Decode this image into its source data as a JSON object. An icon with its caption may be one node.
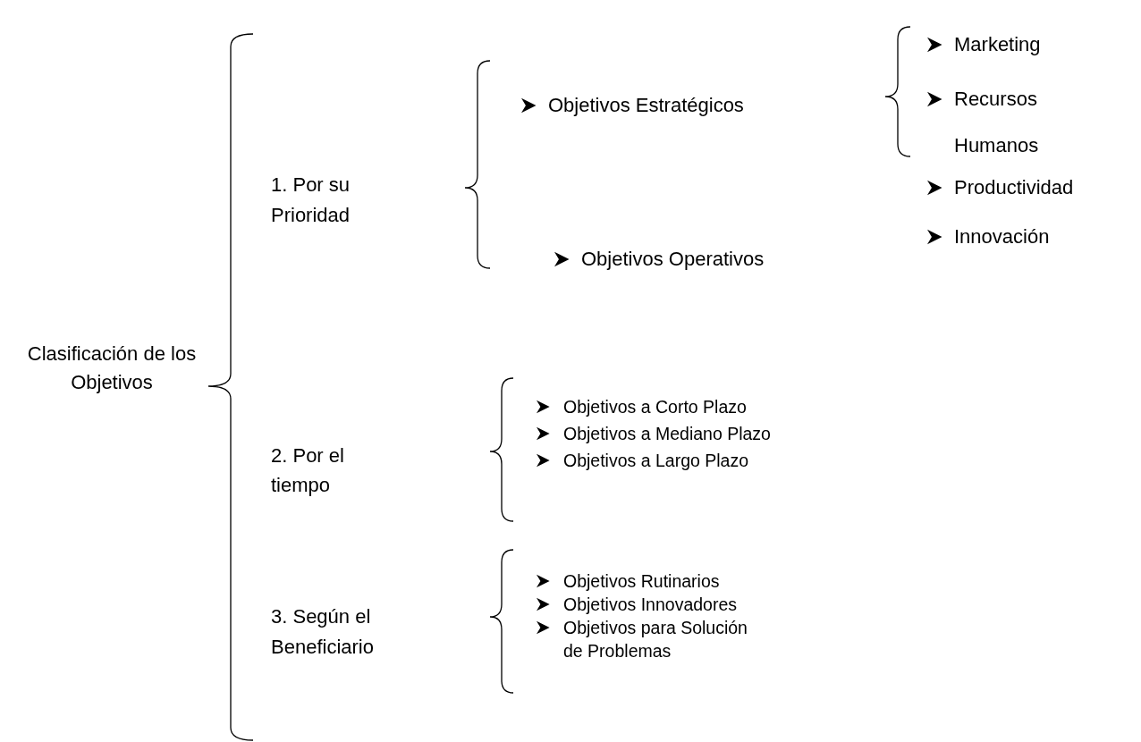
{
  "diagram": {
    "labels": [
      "Clasificación de los Objetivos",
      "1. Por su Prioridad",
      "Objetivos Estratégicos",
      "Marketing",
      "Recursos Humanos",
      "Productividad",
      "Innovación",
      "Objetivos Operativos",
      "2. Por el tiempo",
      "Objetivos a Corto Plazo",
      "Objetivos a Mediano Plazo",
      "Objetivos a Largo Plazo",
      "3. Según el Beneficiario",
      "Objetivos Rutinarios",
      "Objetivos Innovadores",
      "Objetivos para Solución de Problemas"
    ]
  }
}
